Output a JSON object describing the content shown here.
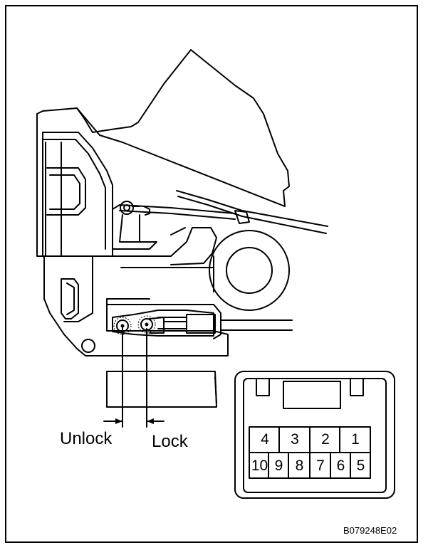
{
  "labels": {
    "unlock": "Unlock",
    "lock": "Lock",
    "figure_code": "B079248E02"
  },
  "connector": {
    "top_row": [
      "4",
      "3",
      "2",
      "1"
    ],
    "bottom_row": [
      "10",
      "9",
      "8",
      "7",
      "6",
      "5"
    ]
  },
  "colors": {
    "line": "#000000",
    "background": "#ffffff"
  }
}
